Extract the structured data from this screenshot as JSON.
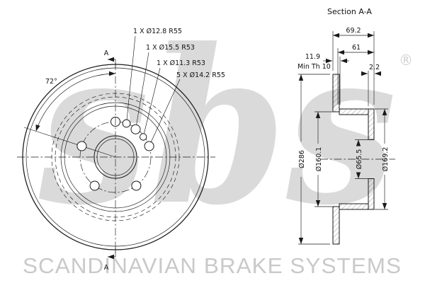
{
  "brand": {
    "logo": "sbs",
    "registered": "®",
    "footer": "SCANDINAVIAN BRAKE SYSTEMS"
  },
  "front_view": {
    "section_marker_top": "A",
    "section_marker_bottom": "A",
    "angle_label": "72°",
    "callouts": [
      "1 X Ø12.8 R55",
      "1 X Ø15.5 R53",
      "1 X Ø11.3 R53",
      "5 X Ø14.2 R55"
    ]
  },
  "section_view": {
    "title": "Section A-A",
    "dim_overall_width": "69.2",
    "dim_hat_width": "61",
    "dim_offset": "11.9",
    "dim_min_thickness": "Min Th 10",
    "dim_step": "2.2",
    "dim_outer_dia": "Ø286",
    "dim_friction_inner_dia": "Ø160.1",
    "dim_bore_dia": "Ø65.5",
    "dim_hub_dia": "Ø169.2"
  }
}
